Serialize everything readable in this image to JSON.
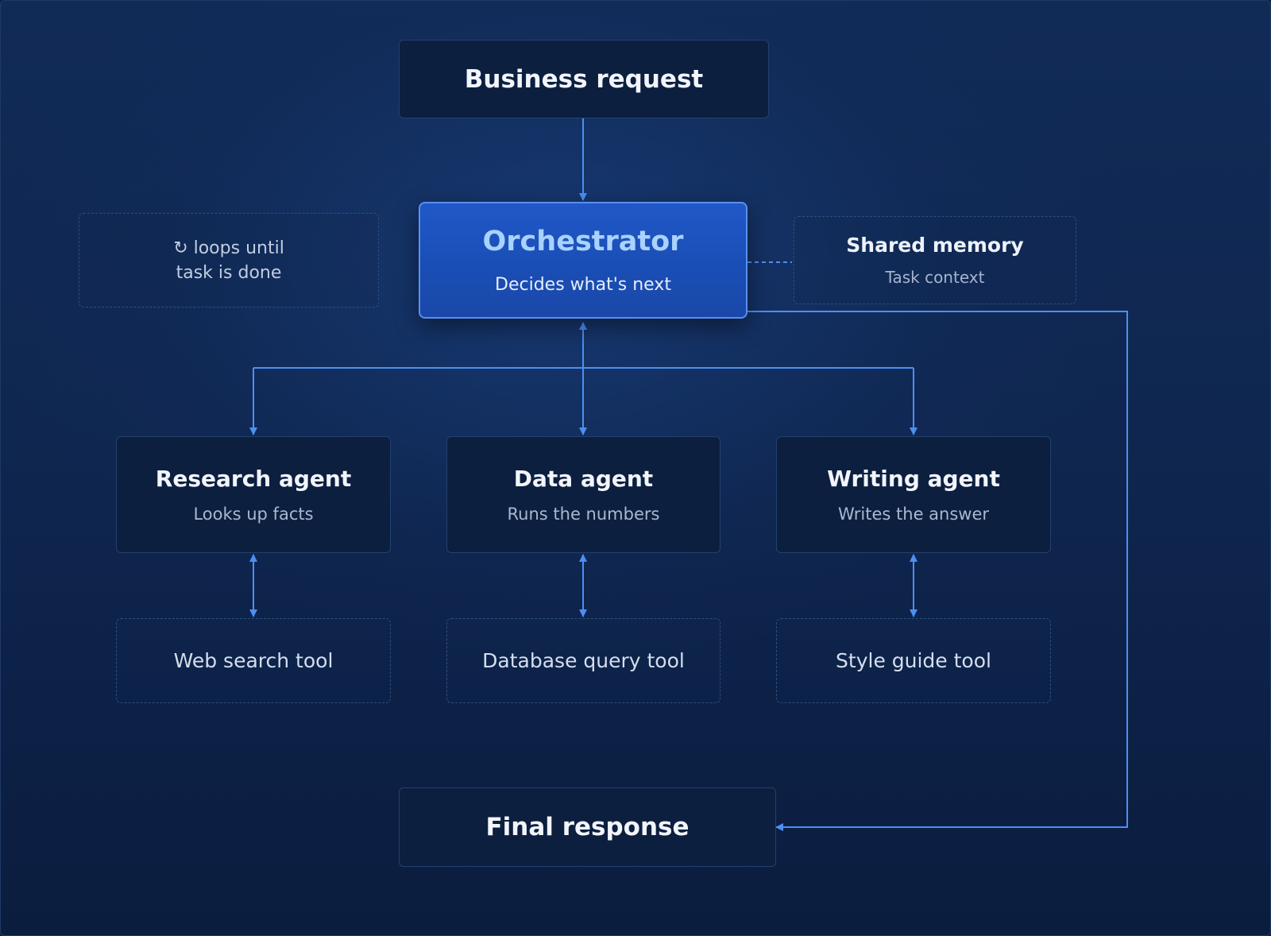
{
  "colors": {
    "background": "#0f2750",
    "connector": "#4d8ff2",
    "orchestrator_fill": "#1f55c2",
    "node_fill": "#0c1f3f"
  },
  "nodes": {
    "business_request": {
      "title": "Business request"
    },
    "orchestrator": {
      "title": "Orchestrator",
      "subtitle": "Decides what's next"
    },
    "loop_note": {
      "line1": "↻ loops until",
      "line2": "task is done"
    },
    "shared_memory": {
      "title": "Shared memory",
      "subtitle": "Task context"
    },
    "research_agent": {
      "title": "Research agent",
      "subtitle": "Looks up facts"
    },
    "data_agent": {
      "title": "Data agent",
      "subtitle": "Runs the numbers"
    },
    "writing_agent": {
      "title": "Writing agent",
      "subtitle": "Writes the answer"
    },
    "web_search_tool": {
      "label": "Web search tool"
    },
    "database_query_tool": {
      "label": "Database query tool"
    },
    "style_guide_tool": {
      "label": "Style guide tool"
    },
    "final_response": {
      "title": "Final response"
    }
  },
  "edges": [
    {
      "from": "business_request",
      "to": "orchestrator",
      "style": "solid",
      "direction": "forward"
    },
    {
      "from": "orchestrator",
      "to": "research_agent",
      "style": "solid",
      "direction": "forward"
    },
    {
      "from": "orchestrator",
      "to": "data_agent",
      "style": "solid",
      "direction": "both"
    },
    {
      "from": "orchestrator",
      "to": "writing_agent",
      "style": "solid",
      "direction": "forward"
    },
    {
      "from": "research_agent",
      "to": "web_search_tool",
      "style": "solid",
      "direction": "both"
    },
    {
      "from": "data_agent",
      "to": "database_query_tool",
      "style": "solid",
      "direction": "both"
    },
    {
      "from": "writing_agent",
      "to": "style_guide_tool",
      "style": "solid",
      "direction": "both"
    },
    {
      "from": "orchestrator",
      "to": "shared_memory",
      "style": "dashed",
      "direction": "none"
    },
    {
      "from": "orchestrator",
      "to": "final_response",
      "style": "solid",
      "direction": "forward"
    }
  ]
}
